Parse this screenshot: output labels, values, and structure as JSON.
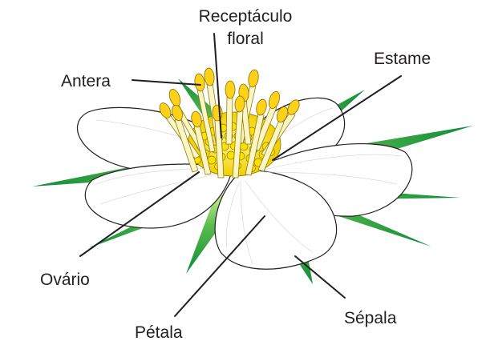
{
  "labels": {
    "receptaculo_line1": "Receptáculo",
    "receptaculo_line2": "floral",
    "estame": "Estame",
    "antera": "Antera",
    "ovario": "Ovário",
    "petala": "Pétala",
    "sepala": "Sépala"
  },
  "colors": {
    "label_text": "#231f20",
    "sepal_light": "#c8e89a",
    "sepal_dark": "#1f9a3a",
    "petal": "#ffffff",
    "anther": "#ffd21a",
    "filament": "#fdf6c3",
    "pistil": "#ffe000"
  }
}
